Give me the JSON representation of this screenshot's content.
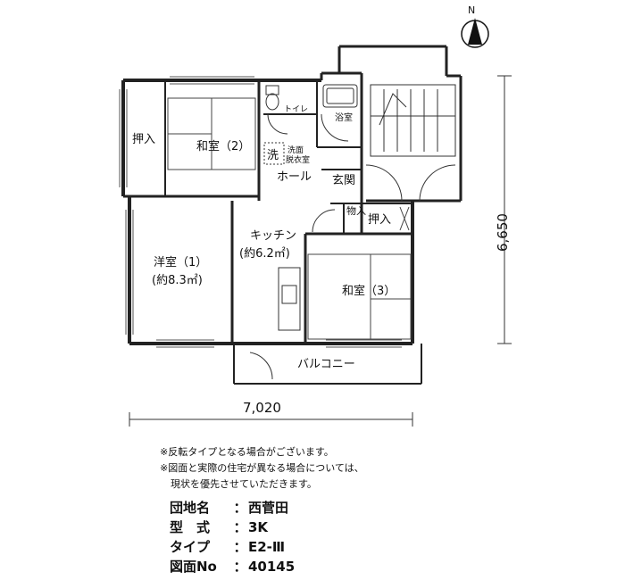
{
  "compass": {
    "north_label": "N",
    "icon": "compass-north-icon"
  },
  "rooms": {
    "oshiire_left": "押入",
    "washitsu_2": "和室（2）",
    "toilet": "トイレ",
    "bathroom": "浴室",
    "wash_mark": "洗",
    "dressing_room_line1": "洗面",
    "dressing_room_line2": "脱衣室",
    "hall": "ホール",
    "entrance": "玄関",
    "storage": "物入",
    "oshiire_right": "押入",
    "kitchen": "キッチン",
    "kitchen_size": "(約6.2㎡)",
    "western_room_1": "洋室（1）",
    "western_room_1_size": "(約8.3㎡)",
    "washitsu_3": "和室（3）",
    "balcony": "バルコニー"
  },
  "dimensions": {
    "width": "7,020",
    "depth": "6,650"
  },
  "notes": [
    "※反転タイプとなる場合がございます。",
    "※図面と実際の住宅が異なる場合については、",
    "現状を優先させていただきます。"
  ],
  "info": {
    "separator": "：",
    "rows": [
      {
        "label": "団地名",
        "value": "西菅田"
      },
      {
        "label": "型　式",
        "value": "3K"
      },
      {
        "label": "タイプ",
        "value": "E2-Ⅲ"
      },
      {
        "label": "図面No",
        "value": "40145"
      }
    ]
  }
}
